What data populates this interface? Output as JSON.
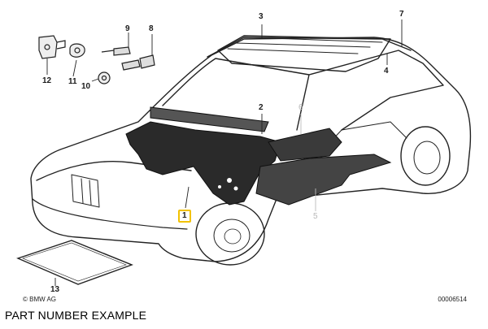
{
  "diagram": {
    "callouts": [
      {
        "id": "part-1",
        "label": "1"
      },
      {
        "id": "part-2",
        "label": "2"
      },
      {
        "id": "part-3",
        "label": "3"
      },
      {
        "id": "part-4",
        "label": "4"
      },
      {
        "id": "part-5",
        "label": "5"
      },
      {
        "id": "part-6",
        "label": "6"
      },
      {
        "id": "part-7",
        "label": "7"
      },
      {
        "id": "part-8",
        "label": "8"
      },
      {
        "id": "part-9",
        "label": "9"
      },
      {
        "id": "part-10",
        "label": "10"
      },
      {
        "id": "part-11",
        "label": "11"
      },
      {
        "id": "part-12",
        "label": "12"
      },
      {
        "id": "part-13",
        "label": "13"
      }
    ],
    "highlighted_callout": "1",
    "highlight_color": "#f2c200",
    "copyright": "© BMW AG",
    "drawing_number": "00006514"
  },
  "caption": "PART NUMBER EXAMPLE"
}
